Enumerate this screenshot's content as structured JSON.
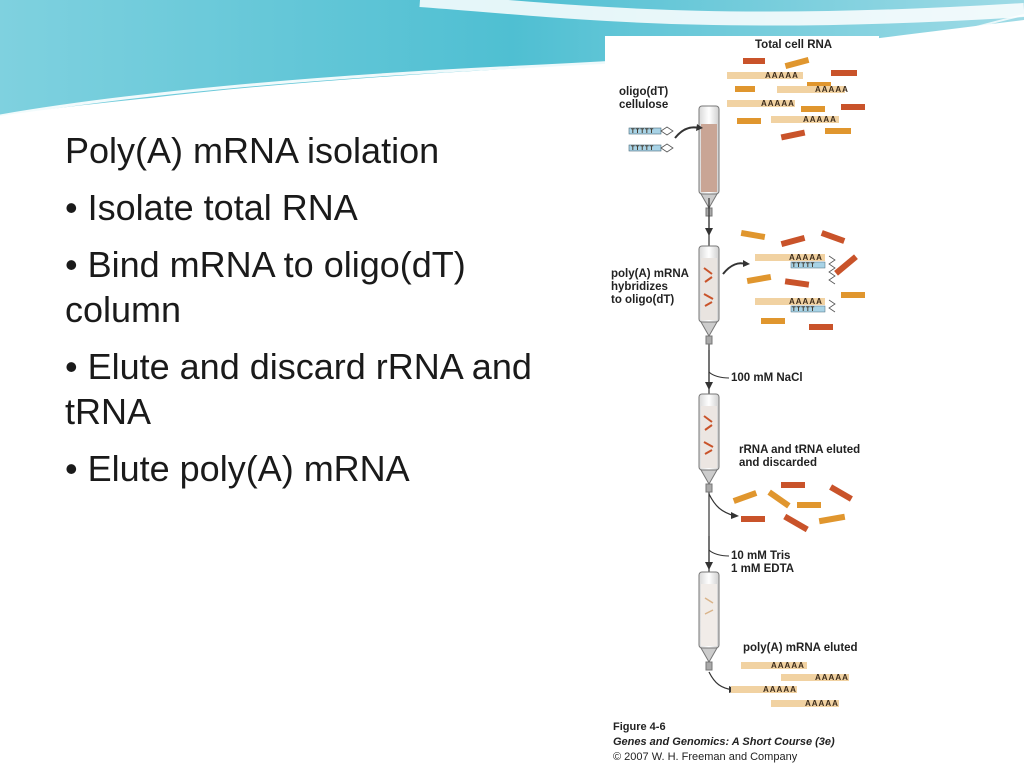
{
  "slide": {
    "title": "Poly(A) mRNA isolation",
    "bullets": [
      "• Isolate total RNA",
      "• Bind mRNA to oligo(dT) column",
      "• Elute and discard rRNA and tRNA",
      "• Elute poly(A) mRNA"
    ]
  },
  "figure": {
    "labels": {
      "total_rna": "Total cell RNA",
      "oligo_cellulose": [
        "oligo(dT)",
        "cellulose"
      ],
      "hybridizes": [
        "poly(A) mRNA",
        "hybridizes",
        "to oligo(dT)"
      ],
      "nacl": "100 mM NaCl",
      "eluted_discarded": [
        "rRNA and tRNA eluted",
        "and discarded"
      ],
      "tris": [
        "10 mM Tris",
        "1 mM EDTA"
      ],
      "mrna_eluted": "poly(A) mRNA eluted",
      "polya": "AAAAA",
      "oligo_t": "TTTTT"
    },
    "caption": {
      "figure": "Figure 4-6",
      "book": "Genes and Genomics: A Short Course (3e)",
      "copyright": "© 2007 W. H. Freeman and Company"
    }
  },
  "colors": {
    "teal_dark": "#3fb6c9",
    "teal_light": "#a9e1ea",
    "rna_orange": "#e0962e",
    "rna_red": "#c9532a",
    "mrna_tan": "#f1d2a2"
  }
}
